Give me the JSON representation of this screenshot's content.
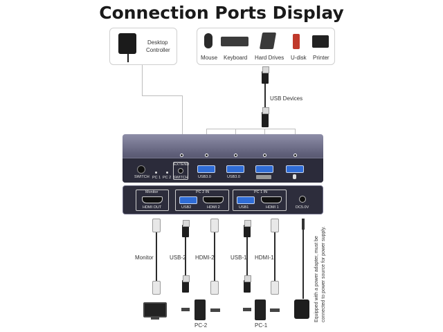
{
  "title": "Connection Ports Display",
  "desktop_controller": {
    "label_line1": "Desktop",
    "label_line2": "Controller"
  },
  "usb_devices": {
    "items": [
      "Mouse",
      "Keyboard",
      "Hard Drives",
      "U-disk",
      "Printer"
    ],
    "cable_label": "USB Devices"
  },
  "top_panel": {
    "switch": "SWITCH",
    "pc1": "PC 1",
    "pc2": "PC 2",
    "extend_switch_top": "EXTEND",
    "extend_switch_bottom": "SWITCH",
    "usb_a": "USB3.0",
    "usb_b": "USB3.0"
  },
  "bottom_panel": {
    "monitor": "Monitor",
    "hdmi_out": "HDMI OUT",
    "pc2_in": "PC 2 IN",
    "usb2": "USB2",
    "hdmi2": "HDMI 2",
    "pc1_in": "PC 1 IN",
    "usb1": "USB1",
    "hdmi1": "HDMI 1",
    "dc": "DC5.0V"
  },
  "cables": {
    "monitor": "Monitor",
    "usb2": "USB-2",
    "hdmi2": "HDMI-2",
    "usb1": "USB-1",
    "hdmi1": "HDMI-1",
    "power_note_1": "Equipped with a power adapter, must be",
    "power_note_2": "connected to power source for power supply."
  },
  "computers": {
    "pc2": "PC-2",
    "pc1": "PC-1"
  }
}
